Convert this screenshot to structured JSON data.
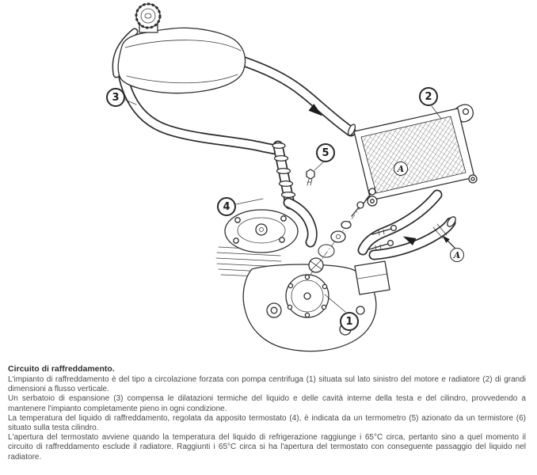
{
  "page": {
    "heading": "Circuito di raffreddamento.",
    "paragraphs": [
      "L'impianto di raffreddamento è del tipo a circolazione forzata con pompa centrifuga (1) situata sul lato sinistro del motore e radiatore (2) di grandi dimensioni a flusso verticale.",
      "Un serbatoio di espansione (3) compensa le dilatazioni termiche del liquido e delle cavità interne della testa e del cilindro, provvedendo a mantenere l'impianto completamente pieno in ogni condizione.",
      "La temperatura del liquido di raffreddamento, regolata da apposito termostato (4), è indicata da un termometro (5) azionato da un termistore (6) situato sulla testa cilindro.",
      "L'apertura del termostato avviene quando la temperatura del liquido di refrigerazione raggiunge i 65°C circa, pertanto sino a quel momento il circuito di raffreddamento esclude il radiatore. Raggiunti i 65°C circa si ha l'apertura del termostato con conseguente passaggio del liquido nel radiatore."
    ]
  },
  "figure": {
    "callouts": [
      {
        "label": "1"
      },
      {
        "label": "2"
      },
      {
        "label": "3"
      },
      {
        "label": "4"
      },
      {
        "label": "5"
      }
    ],
    "connection_labels": [
      {
        "label": "A"
      },
      {
        "label": "A"
      }
    ]
  }
}
